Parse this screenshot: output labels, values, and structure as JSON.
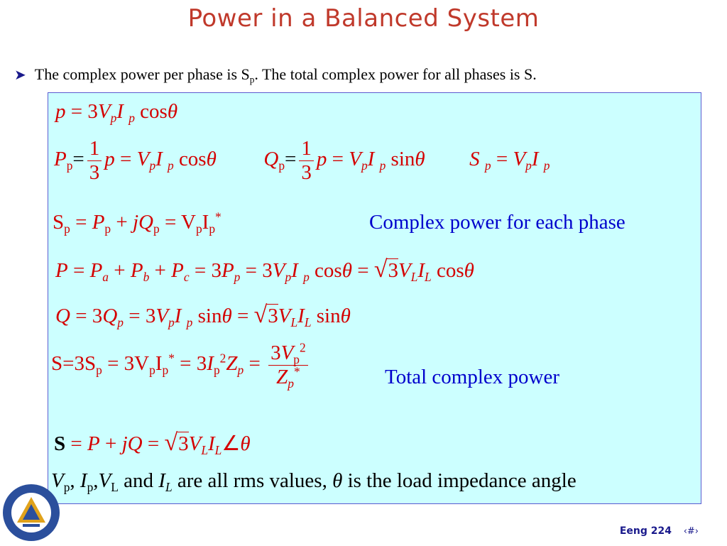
{
  "title": "Power in a Balanced System",
  "intro": {
    "part1": "The complex power per phase is S",
    "sub": "p",
    "part2": ". The total complex power for all phases is S."
  },
  "annotations": {
    "per_phase": "Complex power for each phase",
    "total": "Total complex power",
    "rms_and": "and",
    "rms_text": "are all rms values,",
    "rms_tail": "is the load impedance angle"
  },
  "footer": {
    "course": "Eeng 224",
    "page": "‹#›"
  },
  "colors": {
    "title": "#c0392b",
    "formula": "#d40000",
    "annotation": "#0000cc",
    "box_fill": "#ccffff",
    "box_border": "#5a5ad0"
  },
  "icons": {
    "bullet": "arrow-bullet-icon",
    "logo": "university-seal-icon"
  }
}
